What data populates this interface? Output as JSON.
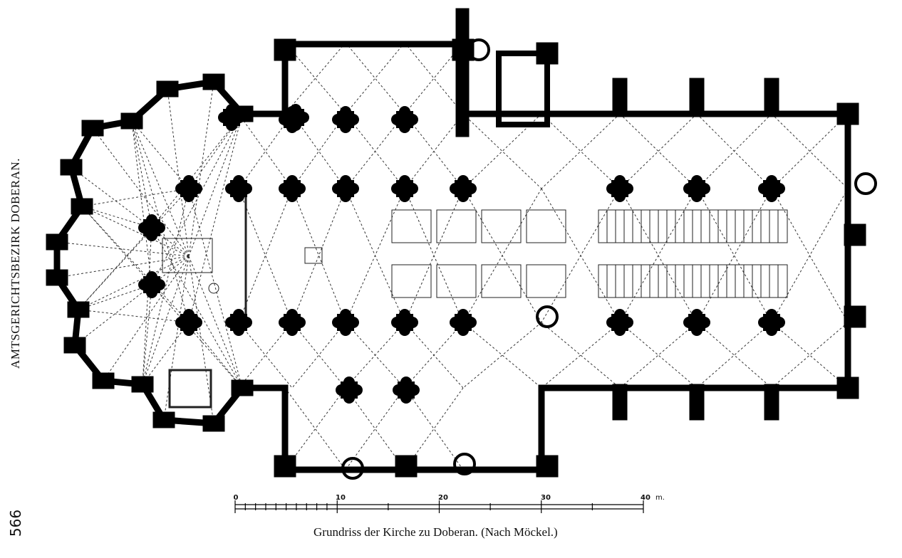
{
  "side_title": "AMTSGERICHTSBEZIRK DOBERAN.",
  "page_number": "566",
  "caption": "Grundriss der Kirche zu Doberan.  (Nach Möckel.)",
  "scale_bar": {
    "ticks": [
      "0",
      "10",
      "20",
      "30",
      "40"
    ],
    "unit": "m."
  }
}
